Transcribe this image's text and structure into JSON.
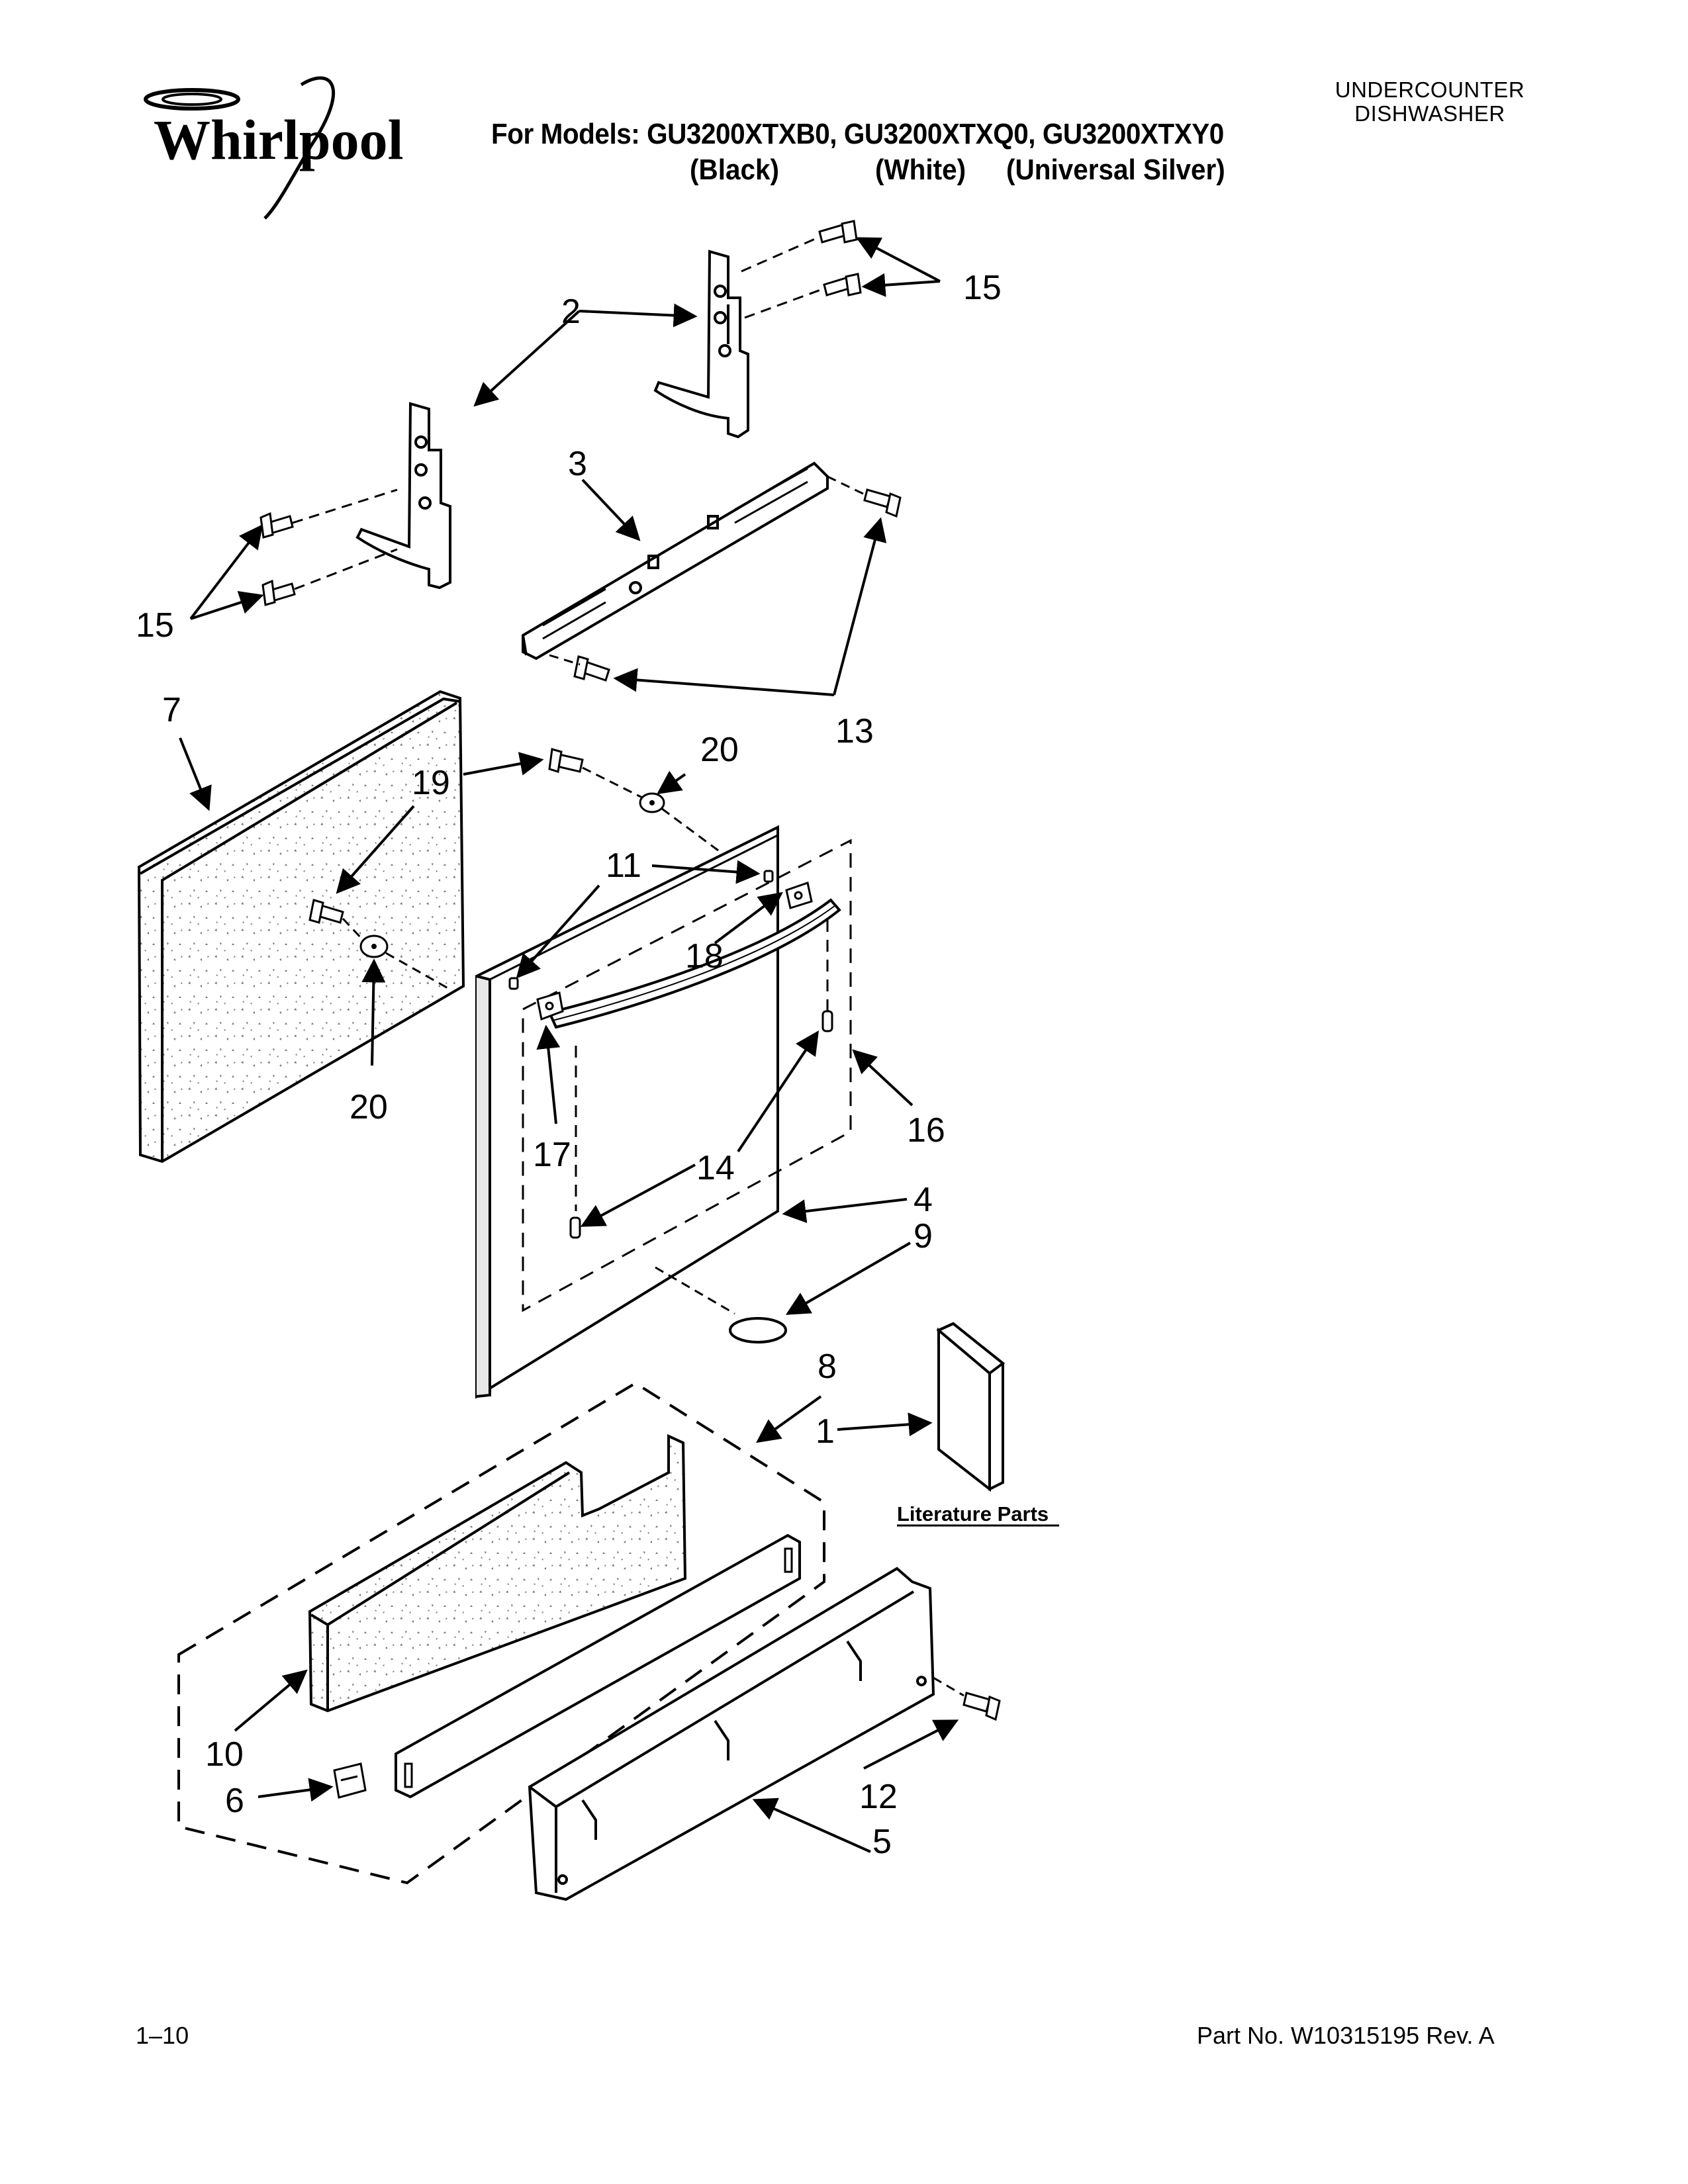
{
  "brand": {
    "logo_text": "Whirlpool"
  },
  "header": {
    "product_type_line1": "UNDERCOUNTER",
    "product_type_line2": "DISHWASHER",
    "models_line": "For Models: GU3200XTXB0, GU3200XTXQ0, GU3200XTXY0",
    "color_black": "(Black)",
    "color_white": "(White)",
    "color_silver": "(Universal Silver)"
  },
  "parts": {
    "p1": "1",
    "p2": "2",
    "p3": "3",
    "p4": "4",
    "p5": "5",
    "p6": "6",
    "p7": "7",
    "p8": "8",
    "p9": "9",
    "p10": "10",
    "p11": "11",
    "p12": "12",
    "p13": "13",
    "p14": "14",
    "p15a": "15",
    "p15b": "15",
    "p16": "16",
    "p17": "17",
    "p18": "18",
    "p19": "19",
    "p20a": "20",
    "p20b": "20",
    "literature": "Literature Parts"
  },
  "footer": {
    "page": "1–10",
    "part_number": "Part No. W10315195 Rev. A"
  }
}
